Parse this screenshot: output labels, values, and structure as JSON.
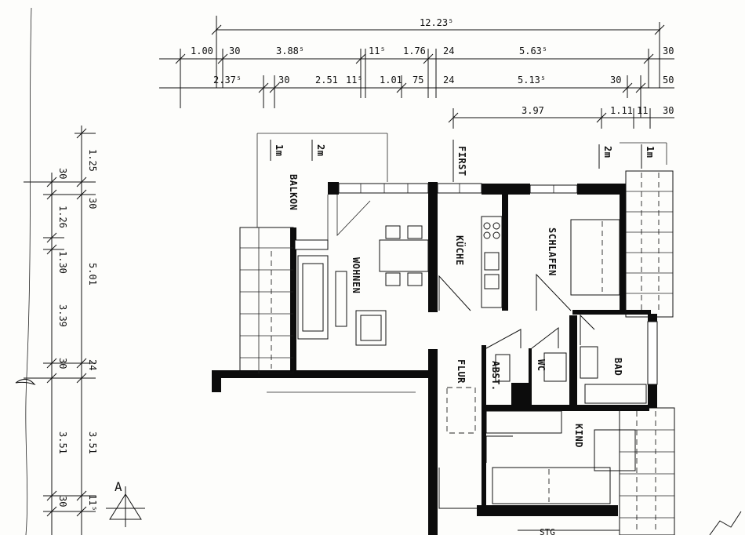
{
  "dimensions_top": {
    "row1": [
      "12.23⁵"
    ],
    "row2": [
      "1.00",
      "30",
      "3.88⁵",
      "11⁵",
      "1.76",
      "24",
      "5.63⁵",
      "30"
    ],
    "row3": [
      "2.37⁵",
      "30",
      "2.51",
      "11⁵",
      "1.01",
      "75",
      "24",
      "5.13⁵",
      "30",
      "50"
    ],
    "row4": [
      "3.97",
      "1.11",
      "11",
      "30"
    ]
  },
  "dimensions_left": {
    "outer": [
      "1.25",
      "30",
      "1.26",
      "30",
      "5.01",
      "3.39",
      "24",
      "30",
      "3.51",
      "3.51",
      "30",
      "11⁵"
    ],
    "inner": [
      "30",
      "1.30"
    ]
  },
  "height_marks": [
    "1m",
    "2m",
    "2m",
    "1m"
  ],
  "rooms": {
    "balkon": "BALKON",
    "wohnen": "WOHNEN",
    "kueche": "KÜCHE",
    "schlafen": "SCHLAFEN",
    "first": "FIRST",
    "flur": "FLUR",
    "abst": "ABST.",
    "wc": "WC",
    "bad": "BAD",
    "kind": "KIND"
  },
  "section_marker": "A",
  "bottom_text": "STG"
}
